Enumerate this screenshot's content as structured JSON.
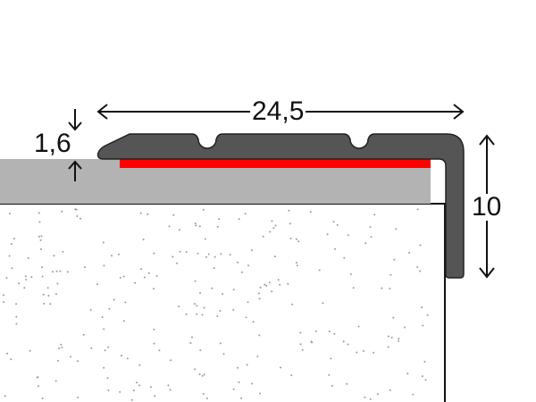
{
  "dimensions": {
    "width_label": "24,5",
    "thickness_label": "1,6",
    "height_label": "10"
  },
  "colors": {
    "profile": "#555555",
    "adhesive_strip": "#ff0000",
    "floor_covering": "#b3b3b3",
    "substrate": "#ffffff",
    "outline": "#111111"
  }
}
